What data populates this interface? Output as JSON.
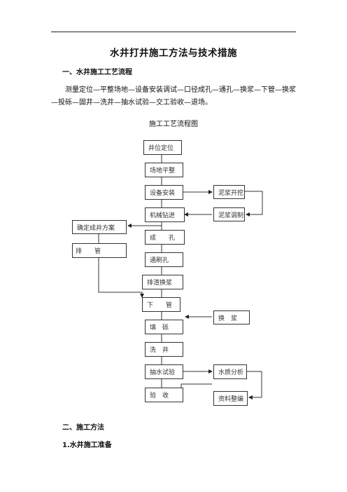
{
  "document": {
    "title": "水井打井施工方法与技术措施",
    "section1_heading": "一、水井施工工艺流程",
    "section1_paragraph": "测量定位—平整场地—设备安装调试—口径成孔—通孔—换浆—下管—换浆—投砾—固井—洗井—抽水试验—交工验收—退场。",
    "flowchart_caption": "施工工艺流程图",
    "section2_heading": "二、施工方法",
    "subsection1_heading": "1.水井施工准备"
  },
  "flowchart": {
    "well_positioning": "井位定位",
    "site_leveling": "场地平整",
    "equipment_install": "设备安装",
    "mechanical_drilling": "机械钻进",
    "hole_forming": "成　　孔",
    "hole_brushing": "通刷孔",
    "slag_slurry_replace": "排渣换浆",
    "lower_pipe": "下　　管",
    "gravel_fill": "填　砾",
    "well_wash": "洗　井",
    "pumping_test": "抽水试验",
    "acceptance": "验　收",
    "mud_pit_dig": "泥浆开挖",
    "mud_prep": "泥浆调制",
    "determine_well_plan": "确定成井方案",
    "pipe_arrange": "排　　管",
    "slurry_replace": "换　浆",
    "water_analysis": "水质分析",
    "data_compile": "资料整编"
  }
}
